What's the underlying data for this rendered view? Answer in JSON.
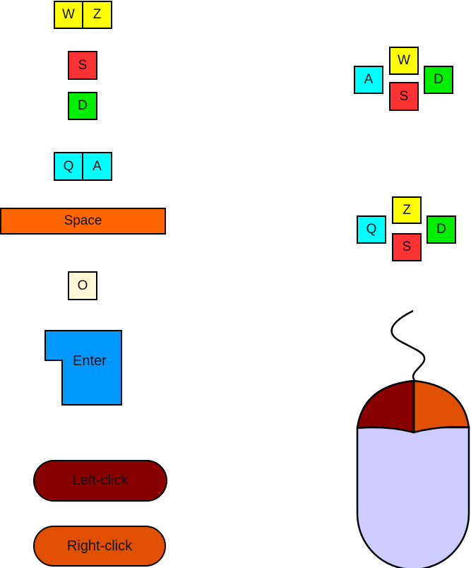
{
  "colors": {
    "yellow": "#ffff00",
    "red": "#ff3333",
    "green": "#00ee00",
    "cyan": "#00ffff",
    "orange": "#ff6600",
    "cream": "#fff8d6",
    "blue": "#0099ff",
    "dark_red": "#880000",
    "burnt_orange": "#e05000",
    "mouse_body": "#ccccff"
  },
  "left_column": {
    "wz_row": [
      "W",
      "Z"
    ],
    "s_key": "S",
    "d_key": "D",
    "qa_row": [
      "Q",
      "A"
    ],
    "space_key": "Space",
    "o_key": "O",
    "enter_key": "Enter",
    "left_click": "Left-click",
    "right_click": "Right-click"
  },
  "wasd_cluster": {
    "up": "W",
    "left": "A",
    "down": "S",
    "right": "D"
  },
  "zqsd_cluster": {
    "up": "Z",
    "left": "Q",
    "down": "S",
    "right": "D"
  },
  "mouse": {
    "icon": "mouse-icon"
  }
}
